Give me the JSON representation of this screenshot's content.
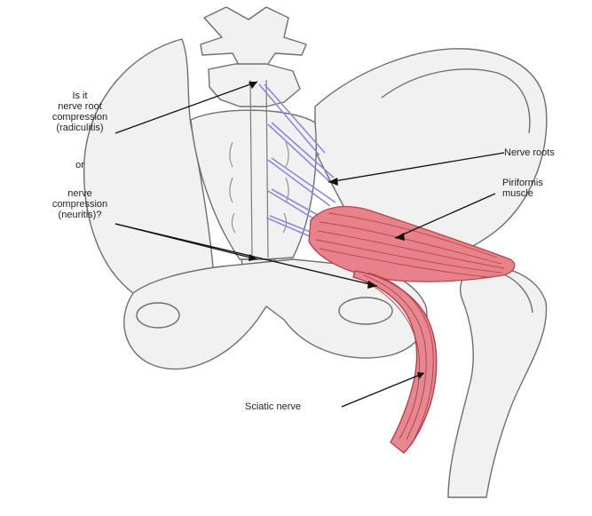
{
  "labels": {
    "question": [
      "Is it",
      "nerve root",
      "compression",
      "(radiculitis)"
    ],
    "or": "or",
    "alternative": [
      "nerve",
      "compression",
      "(neuritis)?"
    ],
    "nerve_roots": "Nerve roots",
    "piriformis": [
      "Piriformis",
      "muscle"
    ],
    "sciatic": "Sciatic nerve"
  },
  "colors": {
    "bone_fill": "#f1f1f1",
    "bone_stroke": "#6e6e6e",
    "nerve_root": "#8a8ad8",
    "muscle_fill": "#e8828a",
    "muscle_stroke": "#b8424e",
    "sciatic_fill": "#e68890",
    "sciatic_stroke": "#b03a46",
    "leader": "#111111"
  }
}
